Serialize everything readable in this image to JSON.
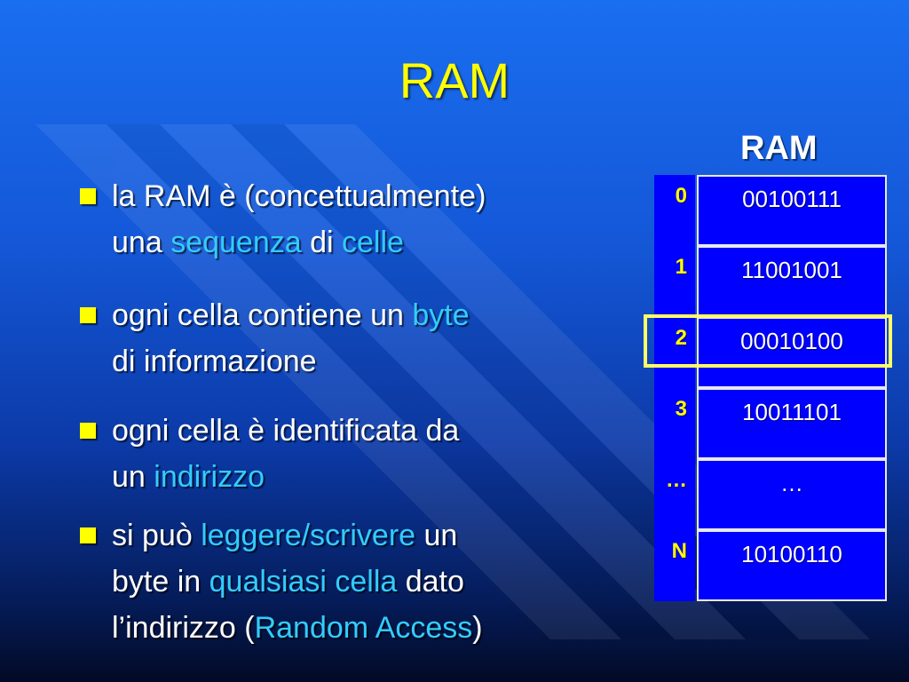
{
  "slide": {
    "title": "RAM",
    "bullets": [
      {
        "parts": [
          "la RAM è (concettualmente)",
          "una ",
          "sequenza",
          " di ",
          "celle"
        ]
      },
      {
        "parts": [
          "ogni cella contiene un ",
          "byte",
          "di informazione"
        ]
      },
      {
        "parts": [
          "ogni cella è identificata da",
          "un ",
          "indirizzo"
        ]
      },
      {
        "parts": [
          "si può ",
          "leggere/scrivere",
          " un",
          "byte in ",
          "qualsiasi cella",
          " dato",
          "l’indirizzo (",
          "Random Access",
          ")"
        ]
      }
    ]
  },
  "ram": {
    "label": "RAM",
    "rows": [
      {
        "address": "0",
        "value": "00100111"
      },
      {
        "address": "1",
        "value": "11001001"
      },
      {
        "address": "2",
        "value": "00010100"
      },
      {
        "address": "3",
        "value": "10011101"
      },
      {
        "address": "…",
        "value": "…"
      },
      {
        "address": "N",
        "value": "10100110"
      }
    ],
    "highlighted_address": "2"
  },
  "colors": {
    "title": "#ffff00",
    "highlight_text": "#33ccff",
    "cell_fill": "#0000ff",
    "address_text": "#ffff00",
    "highlight_box": "#ffff66"
  }
}
